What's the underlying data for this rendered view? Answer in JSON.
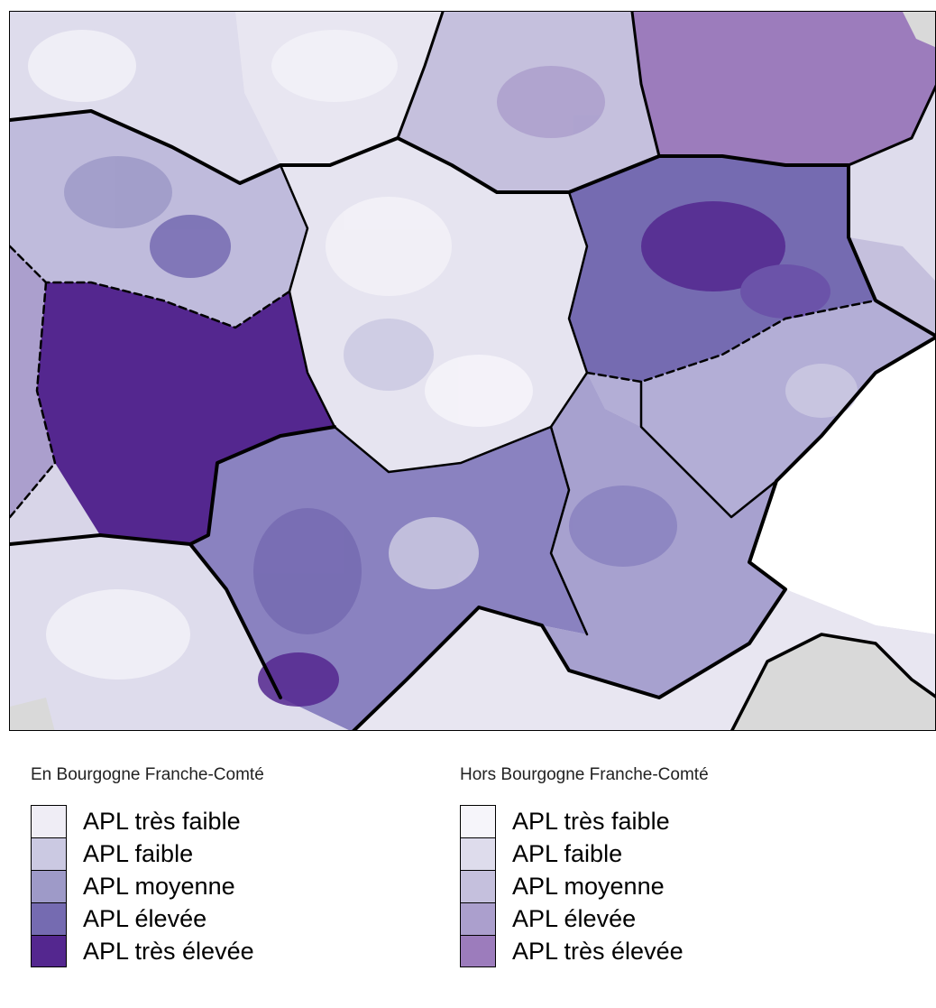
{
  "legend_in": {
    "title": "En Bourgogne Franche-Comté",
    "items": [
      {
        "label": "APL très faible",
        "color": "#efedf5"
      },
      {
        "label": "APL faible",
        "color": "#cbc9e2"
      },
      {
        "label": "APL moyenne",
        "color": "#9e9ac8"
      },
      {
        "label": "APL élevée",
        "color": "#756bb1"
      },
      {
        "label": "APL très élevée",
        "color": "#54278f"
      }
    ]
  },
  "legend_out": {
    "title": "Hors Bourgogne Franche-Comté",
    "items": [
      {
        "label": "APL très faible",
        "color": "#f6f5fa"
      },
      {
        "label": "APL faible",
        "color": "#dedcec"
      },
      {
        "label": "APL moyenne",
        "color": "#c5c0dd"
      },
      {
        "label": "APL élevée",
        "color": "#ab9fcd"
      },
      {
        "label": "APL très élevée",
        "color": "#9c7cbc"
      }
    ]
  },
  "map": {
    "background_color": "#d8d5e8",
    "outside_area_color": "#ffffff",
    "neighbor_country_color": "#d9d9d9",
    "border_color": "#000000"
  }
}
